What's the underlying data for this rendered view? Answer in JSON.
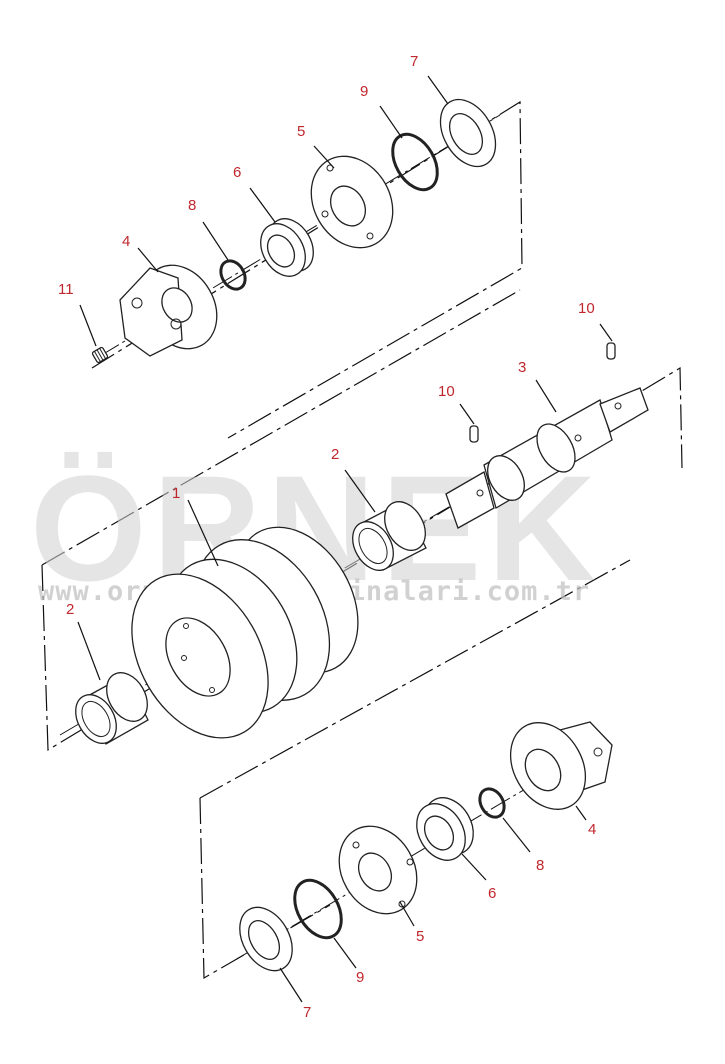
{
  "diagram": {
    "callouts": [
      {
        "id": "c7-top",
        "text": "7"
      },
      {
        "id": "c9-top",
        "text": "9"
      },
      {
        "id": "c5-top",
        "text": "5"
      },
      {
        "id": "c6-top",
        "text": "6"
      },
      {
        "id": "c8-top",
        "text": "8"
      },
      {
        "id": "c4-top",
        "text": "4"
      },
      {
        "id": "c11",
        "text": "11"
      },
      {
        "id": "c10-right",
        "text": "10"
      },
      {
        "id": "c3",
        "text": "3"
      },
      {
        "id": "c10-mid",
        "text": "10"
      },
      {
        "id": "c2-right",
        "text": "2"
      },
      {
        "id": "c1",
        "text": "1"
      },
      {
        "id": "c2-left",
        "text": "2"
      },
      {
        "id": "c4-bottom",
        "text": "4"
      },
      {
        "id": "c8-bottom",
        "text": "8"
      },
      {
        "id": "c6-bottom",
        "text": "6"
      },
      {
        "id": "c5-bottom",
        "text": "5"
      },
      {
        "id": "c9-bottom",
        "text": "9"
      },
      {
        "id": "c7-bottom",
        "text": "7"
      }
    ]
  },
  "watermark": {
    "brand": "ÖRNEK",
    "url": "www.orneksanayimakinalari.com.tr"
  },
  "colors": {
    "callout": "#c0272d",
    "linework": "#222222",
    "watermark_gray": "#cfcfcf",
    "watermark_accent": "#f0d75a"
  }
}
